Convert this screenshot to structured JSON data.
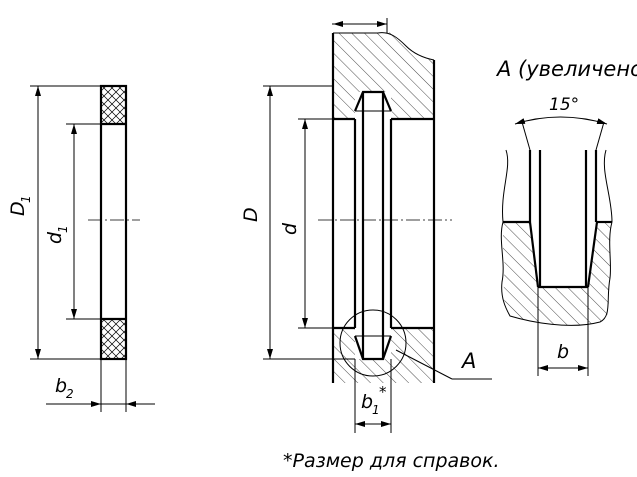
{
  "labels": {
    "D1": "D",
    "D1_sub": "1",
    "d1": "d",
    "d1_sub": "1",
    "b2": "b",
    "b2_sub": "2",
    "D": "D",
    "d": "d",
    "b1": "b",
    "b1_sub": "1",
    "b1_star": "*",
    "A": "A",
    "detail_title": "A (увеличено)",
    "angle": "15°",
    "b": "b"
  },
  "footnote": "*Размер для справок."
}
